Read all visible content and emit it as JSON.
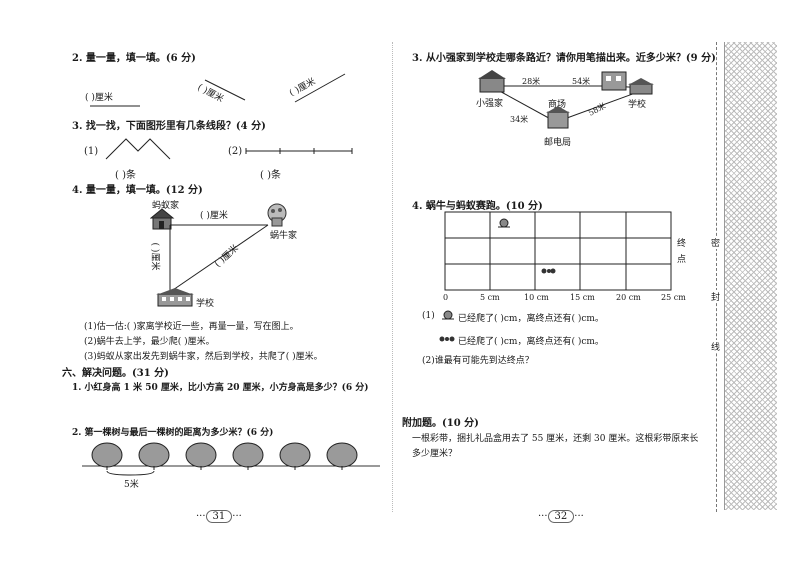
{
  "left": {
    "q2": {
      "title": "2. 量一量，填一填。(6 分)",
      "blank1": "(      )厘米",
      "blank2": "(      )厘米",
      "blank3": "(      )厘米"
    },
    "q3": {
      "title": "3. 找一找，下面图形里有几条线段？(4 分)",
      "lbl1": "(1)",
      "lbl2": "(2)",
      "blank1": "(      )条",
      "blank2": "(      )条"
    },
    "q4": {
      "title": "4. 量一量，填一填。(12 分)",
      "ant_home": "蚂蚁家",
      "snail_home": "蜗牛家",
      "school": "学校",
      "top_blank": "(      )厘米",
      "left_blank": "(      )厘米",
      "diag_blank": "(      )厘米",
      "sub1": "(1)估一估:(      )家离学校近一些，再量一量，写在图上。",
      "sub2": "(2)蜗牛去上学，最少爬(      )厘米。",
      "sub3": "(3)蚂蚁从家出发先到蜗牛家，然后到学校，共爬了(      )厘米。"
    },
    "sec6": {
      "title": "六、解决问题。(31 分)",
      "q1": "1. 小红身高 1 米 50 厘米，比小方高 20 厘米，小方身高是多少？(6 分)",
      "q2": "2. 第一棵树与最后一棵树的距离为多少米？(6 分)",
      "tree_gap": "5米"
    },
    "page_no": "31"
  },
  "right": {
    "q3": {
      "title": "3. 从小强家到学校走哪条路近？请你用笔描出来。近多少米？(9 分)",
      "home": "小强家",
      "store": "商场",
      "school": "学校",
      "post": "邮电局",
      "d1": "28米",
      "d2": "54米",
      "d3": "34米",
      "d4": "58米"
    },
    "q4": {
      "title": "4. 蜗牛与蚂蚁赛跑。(10 分)",
      "finish": [
        "终",
        "点"
      ],
      "ticks": [
        "0",
        "5 cm",
        "10 cm",
        "15 cm",
        "20 cm",
        "25 cm"
      ],
      "sub1a": "(1)",
      "snail_line": "已经爬了(      )cm，离终点还有(      )cm。",
      "ant_line": "已经爬了(      )cm，离终点还有(      )cm。",
      "sub2": "(2)谁最有可能先到达终点？"
    },
    "extra": {
      "title": "附加题。(10 分)",
      "line1": "一根彩带，捆扎礼品盒用去了 55 厘米，还剩 30 厘米。这根彩带原来长",
      "line2": "多少厘米？"
    },
    "page_no": "32"
  },
  "margin": {
    "chars": [
      "密",
      "封",
      "线"
    ]
  }
}
